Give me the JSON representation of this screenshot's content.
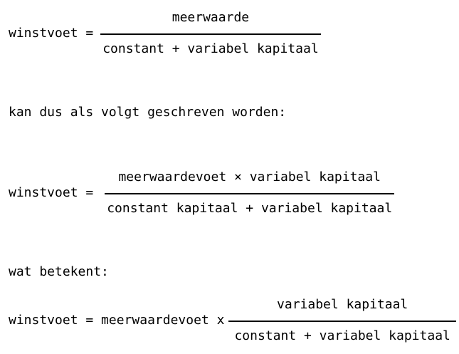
{
  "page": {
    "background_color": "#ffffff",
    "text_color": "#000000",
    "divider_color": "#000000"
  },
  "formula1": {
    "lhs": "winstvoet =",
    "numerator": "meerwaarde",
    "denominator": "constant + variabel kapitaal"
  },
  "text1": "kan dus als volgt geschreven worden:",
  "formula2": {
    "lhs": "winstvoet =",
    "numerator": "meerwaardevoet × variabel kapitaal",
    "denominator": "constant kapitaal + variabel kapitaal"
  },
  "text2": "wat betekent:",
  "formula3": {
    "lhs": "winstvoet = meerwaardevoet x",
    "numerator": "variabel kapitaal",
    "denominator": "constant + variabel kapitaal"
  }
}
